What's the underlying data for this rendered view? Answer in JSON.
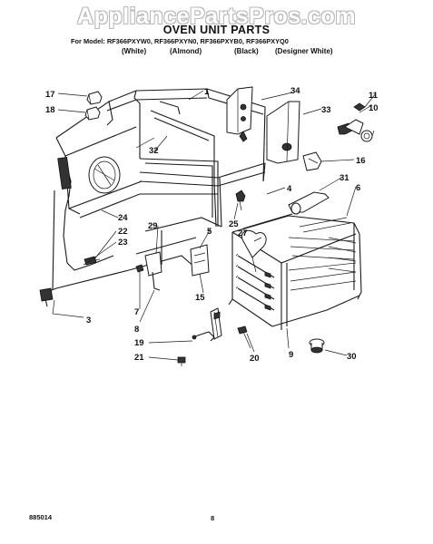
{
  "header": {
    "watermark": "AppliancePartsPros.com",
    "title": "OVEN UNIT PARTS",
    "models_line": "For Model: RF366PXYW0, RF366PXYN0, RF366PXYB0, RF366PXYQ0",
    "finishes": [
      "(White)",
      "(Almond)",
      "(Black)",
      "(Designer White)"
    ]
  },
  "callouts": [
    "1",
    "3",
    "4",
    "5",
    "6",
    "7",
    "8",
    "9",
    "10",
    "11",
    "15",
    "16",
    "17",
    "18",
    "19",
    "20",
    "21",
    "22",
    "23",
    "24",
    "25",
    "27",
    "29",
    "30",
    "31",
    "32",
    "33",
    "34"
  ],
  "footer": {
    "doc_number": "885014",
    "page_number": "8"
  }
}
